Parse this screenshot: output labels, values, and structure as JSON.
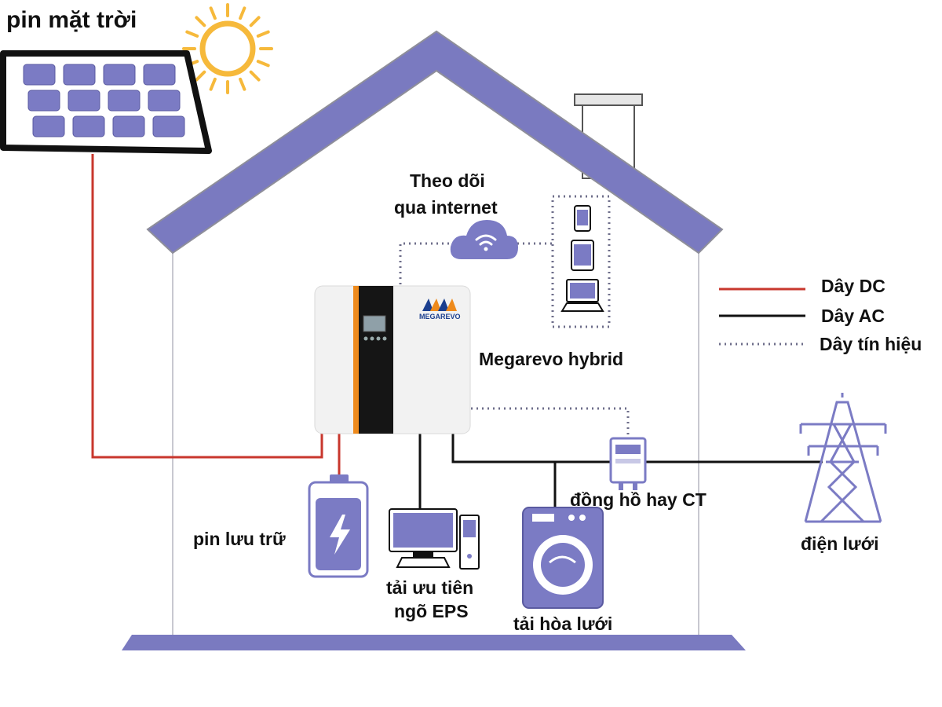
{
  "labels": {
    "solar_panel": "pin mặt trời",
    "monitoring_line1": "Theo dõi",
    "monitoring_line2": "qua internet",
    "inverter": "Megarevo hybrid",
    "battery": "pin lưu trữ",
    "eps_line1": "tải ưu tiên",
    "eps_line2": "ngõ EPS",
    "grid_load": "tải hòa lưới",
    "meter": "đồng hồ hay CT",
    "grid": "điện lưới"
  },
  "legend": {
    "dc": "Dây DC",
    "ac": "Dây AC",
    "signal": "Dây tín hiệu"
  },
  "brand": {
    "name": "MEGAREVO"
  },
  "colors": {
    "dc_wire": "#c8372d",
    "ac_wire": "#111111",
    "signal_wire": "#6d6d8a",
    "roof": "#7a7ac0",
    "accent": "#7b7bc4",
    "inverter_stripe": "#ee8a1c",
    "sun": "#f6b93b"
  },
  "icons": [
    "sun-icon",
    "solar-panel-icon",
    "cloud-wifi-icon",
    "phone-icon",
    "tablet-icon",
    "laptop-icon",
    "battery-icon",
    "lightning-icon",
    "desktop-computer-icon",
    "washing-machine-icon",
    "electric-meter-icon",
    "power-tower-icon"
  ]
}
